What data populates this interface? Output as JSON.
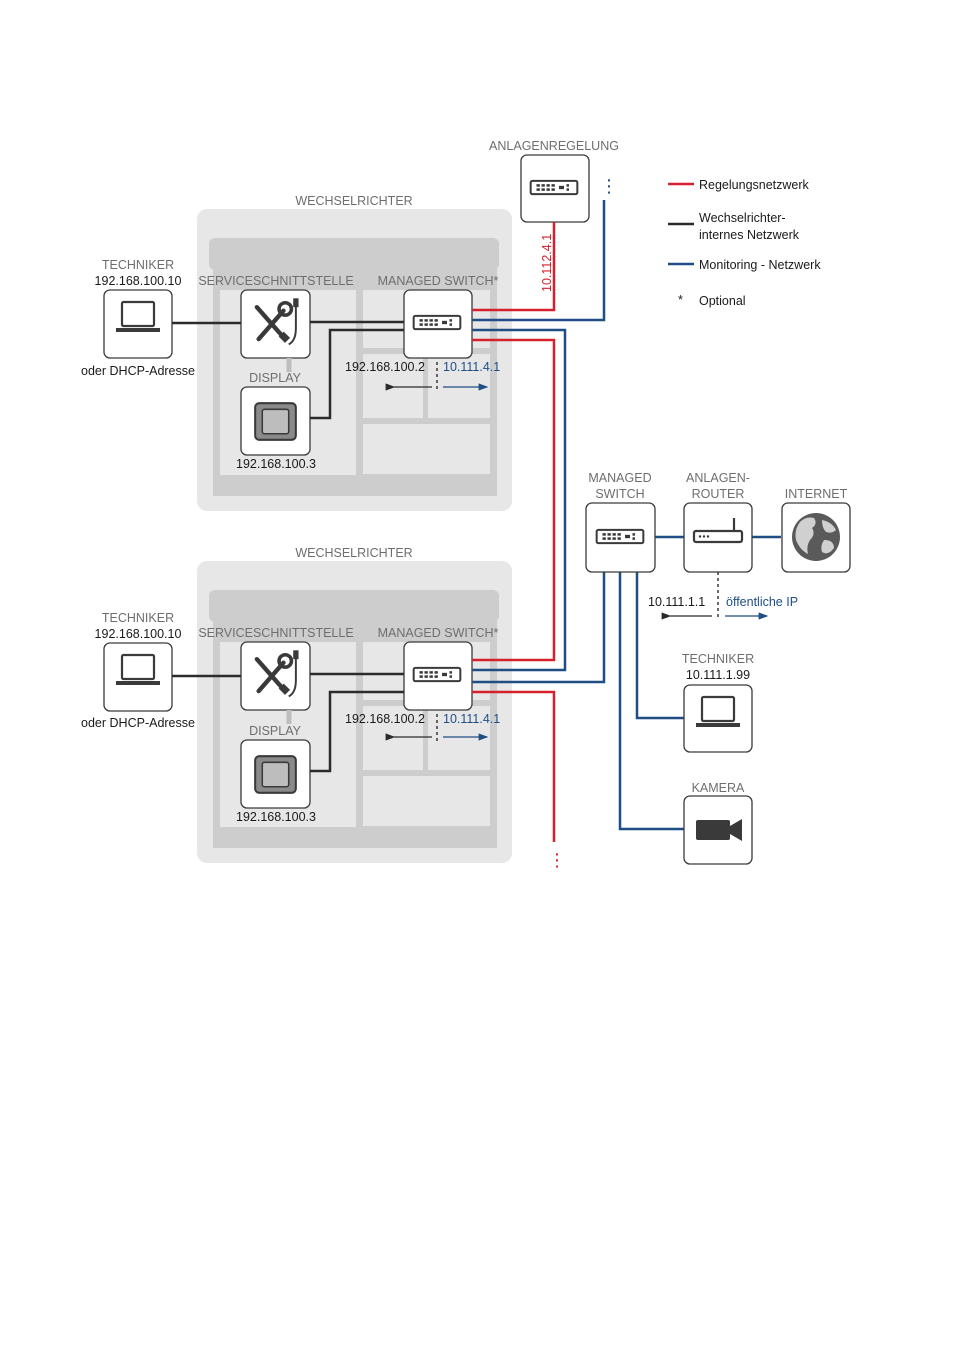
{
  "legend": {
    "regelung": "Regelungsnetzwerk",
    "intern_line1": "Wechselrichter-",
    "intern_line2": "internes Netzwerk",
    "monitoring": "Monitoring - Netzwerk",
    "optional_mark": "*",
    "optional": "Optional"
  },
  "colors": {
    "regelung": "#d5202e",
    "intern": "#2b2b2b",
    "monitoring": "#1f4e85",
    "panel": "#e7e7e7",
    "module": "#cdcdcd"
  },
  "anlagenregelung": {
    "title": "ANLAGENREGELUNG",
    "ip": "10.112.4.1",
    "continuation": "⋮"
  },
  "inverters": [
    {
      "title": "WECHSELRICHTER",
      "techniker_title": "TECHNIKER",
      "techniker_ip": "192.168.100.10",
      "techniker_alt": "oder DHCP-Adresse",
      "service_title": "SERVICESCHNITTSTELLE",
      "switch_title": "MANAGED SWITCH*",
      "display_title": "DISPLAY",
      "display_ip": "192.168.100.3",
      "switch_ip_internal": "192.168.100.2",
      "switch_ip_monitoring": "10.111.4.1"
    },
    {
      "title": "WECHSELRICHTER",
      "techniker_title": "TECHNIKER",
      "techniker_ip": "192.168.100.10",
      "techniker_alt": "oder DHCP-Adresse",
      "service_title": "SERVICESCHNITTSTELLE",
      "switch_title": "MANAGED SWITCH*",
      "display_title": "DISPLAY",
      "display_ip": "192.168.100.3",
      "switch_ip_internal": "192.168.100.2",
      "switch_ip_monitoring": "10.111.4.1",
      "continuation": "⋮"
    }
  ],
  "monitoring_side": {
    "switch_line1": "MANAGED",
    "switch_line2": "SWITCH",
    "router_line1": "ANLAGEN-",
    "router_line2": "ROUTER",
    "internet": "INTERNET",
    "router_ip": "10.111.1.1",
    "public_ip": "öffentliche IP",
    "techniker_title": "TECHNIKER",
    "techniker_ip": "10.111.1.99",
    "kamera": "KAMERA"
  },
  "icons": {
    "laptop": "laptop-icon",
    "tools": "tools-icon",
    "display": "display-icon",
    "switch": "switch-icon",
    "router": "router-icon",
    "globe": "globe-icon",
    "camera": "camera-icon"
  }
}
